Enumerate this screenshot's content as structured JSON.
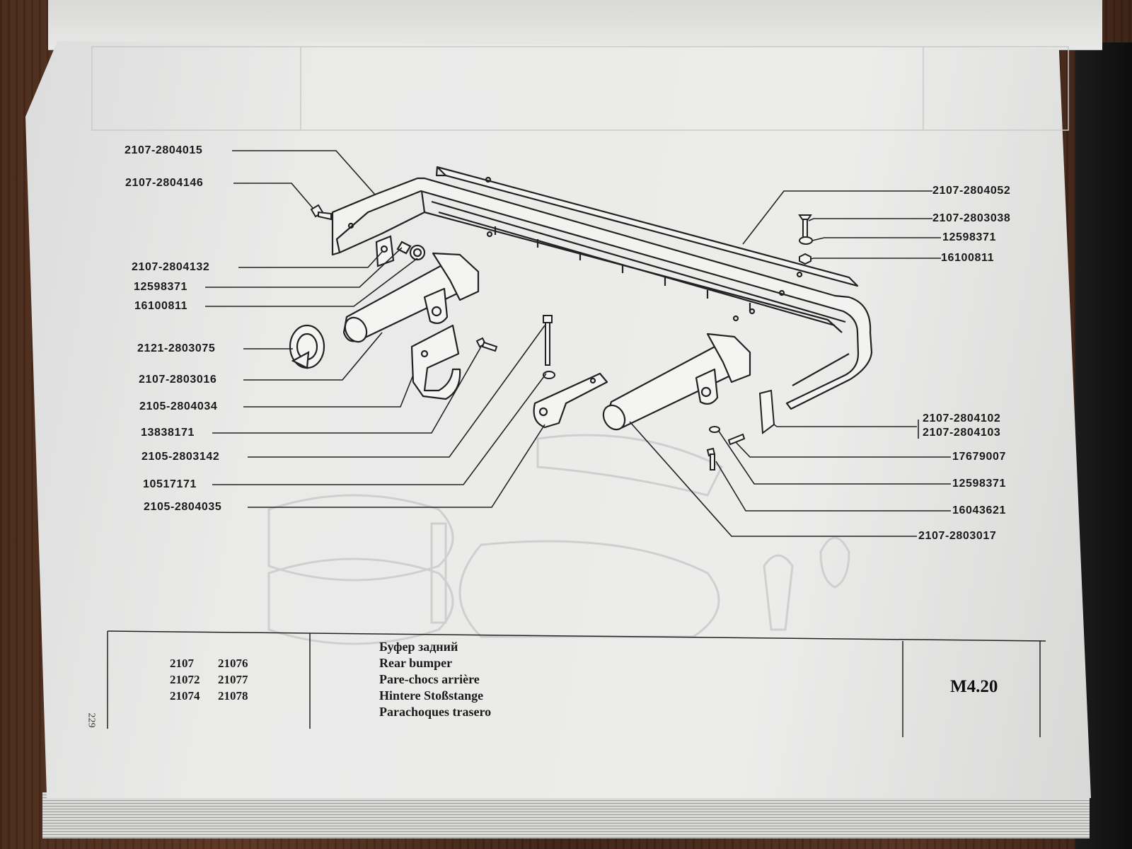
{
  "diagram": {
    "labels_left": [
      "2107-2804015",
      "2107-2804146",
      "2107-2804132",
      "12598371",
      "16100811",
      "2121-2803075",
      "2107-2803016",
      "2105-2804034",
      "13838171",
      "2105-2803142",
      "10517171",
      "2105-2804035"
    ],
    "labels_right": [
      "2107-2804052",
      "2107-2803038",
      "12598371",
      "16100811",
      "2107-2804102",
      "2107-2804103",
      "17679007",
      "12598371",
      "16043621",
      "2107-2803017"
    ]
  },
  "caption": {
    "models": [
      [
        "2107",
        "21076"
      ],
      [
        "21072",
        "21077"
      ],
      [
        "21074",
        "21078"
      ]
    ],
    "titles": [
      "Буфер задний",
      "Rear bumper",
      "Pare-chocs arrière",
      "Hintere Stoßstange",
      "Parachoques trasero"
    ],
    "code": "M4.20"
  },
  "page_number": "229"
}
